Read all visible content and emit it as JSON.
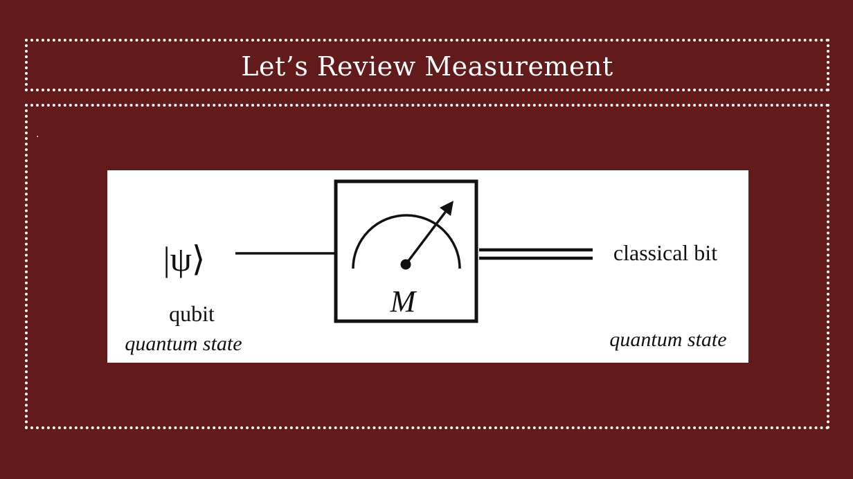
{
  "slide": {
    "title": "Let’s Review Measurement",
    "bullet_marker": "."
  },
  "diagram": {
    "input_state": "|ψ⟩",
    "input_label": "qubit",
    "input_sublabel": "quantum state",
    "gate_label": "M",
    "output_label": "classical bit",
    "output_sublabel": "quantum state",
    "colors": {
      "background": "#621b1a",
      "foreground": "#ffffff",
      "ink": "#111111"
    },
    "icons": [
      "meter-icon",
      "arrow-icon"
    ]
  }
}
